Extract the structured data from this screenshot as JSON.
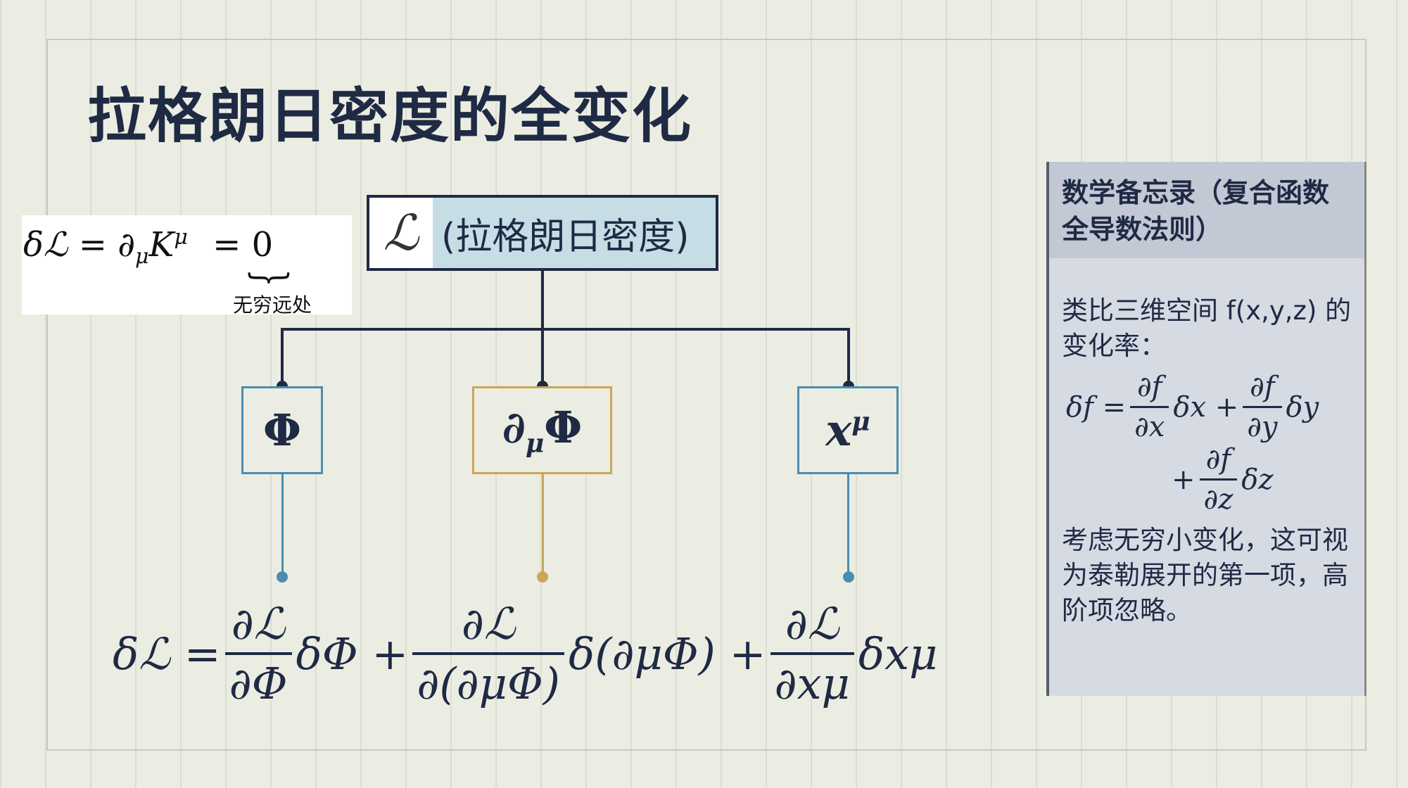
{
  "title": "拉格朗日密度的全变化",
  "inset": {
    "lhs": "δℒ = ∂",
    "sub": "μ",
    "k": "K",
    "sup": "μ",
    "rhs": " = 0",
    "note": "无穷远处"
  },
  "top_node": {
    "symbol": "ℒ",
    "label": "(拉格朗日密度)"
  },
  "nodes": [
    {
      "label": "Φ",
      "color": "#4a8db0"
    },
    {
      "label": "∂μΦ",
      "color": "#c9a65a"
    },
    {
      "label": "xμ",
      "color": "#4a8db0"
    }
  ],
  "equation": {
    "lhs": "δℒ =",
    "t1_num": "∂ℒ",
    "t1_den": "∂Φ",
    "t1_var": "δΦ +",
    "t2_num": "∂ℒ",
    "t2_den": "∂(∂μΦ)",
    "t2_var": "δ(∂μΦ) +",
    "t3_num": "∂ℒ",
    "t3_den": "∂xμ",
    "t3_var": "δxμ"
  },
  "sidebar": {
    "heading": "数学备忘录（复合函数全导数法则）",
    "intro": "类比三维空间 f(x,y,z) 的变化率：",
    "eq": {
      "lhs": "δf =",
      "nx": "∂f",
      "dx": "∂x",
      "vx": "δx +",
      "ny": "∂f",
      "dy": "∂y",
      "vy": "δy",
      "plus": "+",
      "nz": "∂f",
      "dz": "∂z",
      "vz": "δz"
    },
    "note": "考虑无穷小变化，这可视为泰勒展开的第一项，高阶项忽略。"
  }
}
